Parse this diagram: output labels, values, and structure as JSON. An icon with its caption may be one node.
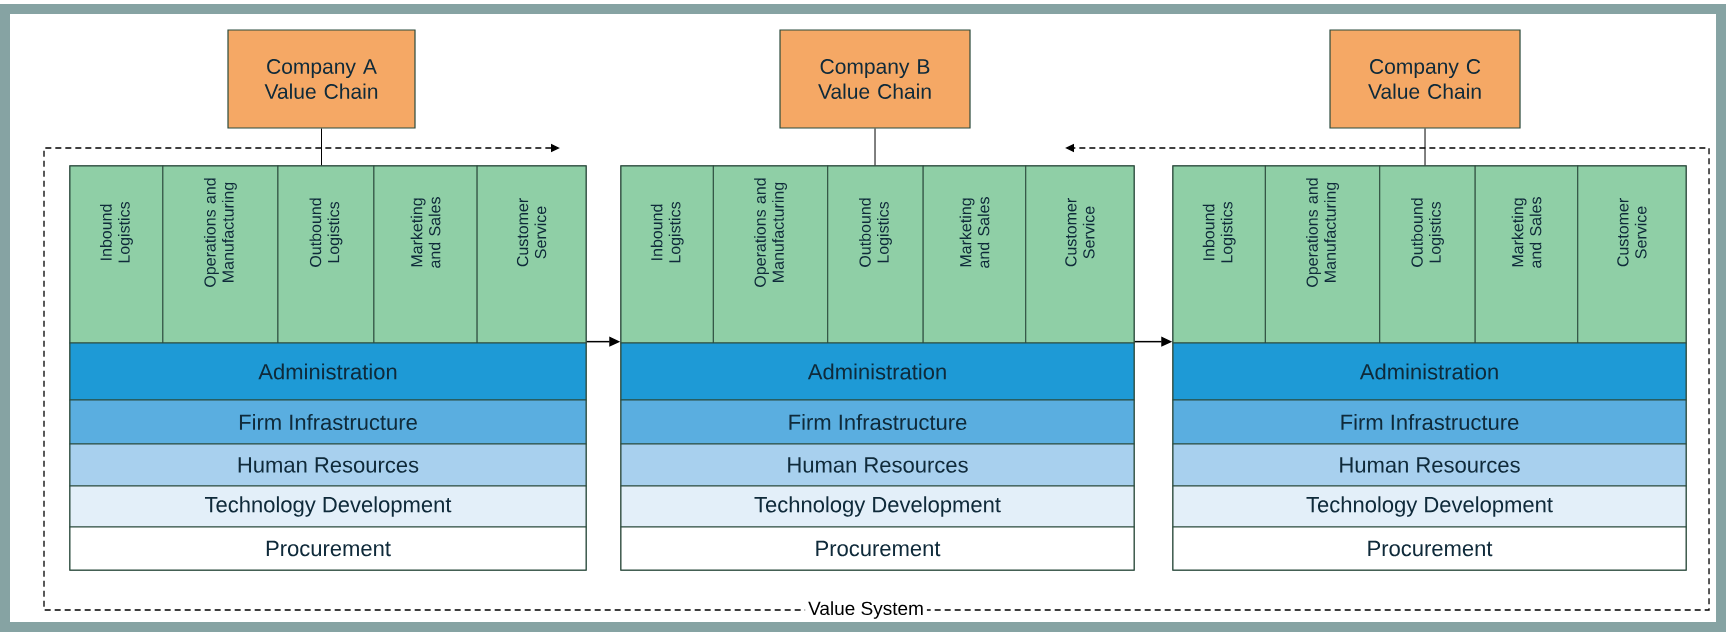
{
  "diagram": {
    "nodes": [
      {
        "text": [
          "Value System"
        ]
      },
      {
        "text": [
          "Company A Value Chain"
        ]
      },
      {
        "text": [],
        "shape": "box",
        "in": 0
      },
      {
        "text": [
          "Inbound Logistics"
        ],
        "in": 2
      },
      {
        "text": [
          "Operations and Manufacturing"
        ],
        "in": 2
      },
      {
        "text": [
          "Outbound Logistics"
        ],
        "in": 2
      },
      {
        "text": [
          "Marketing and Sales"
        ],
        "in": 2
      },
      {
        "text": [
          "Customer Service"
        ],
        "in": 2
      },
      {
        "text": [
          "Administration"
        ],
        "in": 2
      },
      {
        "text": [
          "Firm Infrastructure"
        ],
        "in": 2
      },
      {
        "text": [
          "Human Resources"
        ],
        "in": 2
      },
      {
        "text": [
          "Technology Development"
        ],
        "in": 2
      },
      {
        "text": [
          "Procurement"
        ],
        "in": 2
      },
      {
        "text": [
          "Company B Value Chain"
        ]
      },
      {
        "text": [],
        "shape": "box",
        "in": 0
      },
      {
        "text": [
          "Inbound Logistics"
        ],
        "in": 14
      },
      {
        "text": [
          "Operations and Manufacturing"
        ],
        "in": 14
      },
      {
        "text": [
          "Outbound Logistics"
        ],
        "in": 14
      },
      {
        "text": [
          "Marketing and Sales"
        ],
        "in": 14
      },
      {
        "text": [
          "Customer Service"
        ],
        "in": 14
      },
      {
        "text": [
          "Administration"
        ],
        "in": 14
      },
      {
        "text": [
          "Firm Infrastructure"
        ],
        "in": 14
      },
      {
        "text": [
          "Human Resources"
        ],
        "in": 14
      },
      {
        "text": [
          "Technology Development"
        ],
        "in": 14
      },
      {
        "text": [
          "Procurement"
        ],
        "in": 14
      },
      {
        "text": [
          "Company C Value Chain"
        ]
      },
      {
        "text": [],
        "shape": "box",
        "in": 0
      },
      {
        "text": [
          "Inbound Logistics"
        ],
        "in": 26
      },
      {
        "text": [
          "Operations and Manufacturing"
        ],
        "in": 26
      },
      {
        "text": [
          "Outbound Logistics"
        ],
        "in": 26
      },
      {
        "text": [
          "Marketing and Sales"
        ],
        "in": 26
      },
      {
        "text": [
          "Customer Service"
        ],
        "in": 26
      },
      {
        "text": [
          "Administration"
        ],
        "in": 26
      },
      {
        "text": [
          "Firm Infrastructure"
        ],
        "in": 26
      },
      {
        "text": [
          "Human Resources"
        ],
        "in": 26
      },
      {
        "text": [
          "Technology Development"
        ],
        "in": 26
      },
      {
        "text": [
          "Procurement"
        ],
        "in": 26
      }
    ],
    "edges": [
      {
        "from": 1,
        "to": 2,
        "arrow": "none"
      },
      {
        "from": 13,
        "to": 14,
        "arrow": "none"
      },
      {
        "from": 25,
        "to": 26,
        "arrow": "none"
      },
      {
        "from": 2,
        "to": 14,
        "arrow": "to"
      },
      {
        "from": 14,
        "to": 26,
        "arrow": "to"
      }
    ]
  }
}
